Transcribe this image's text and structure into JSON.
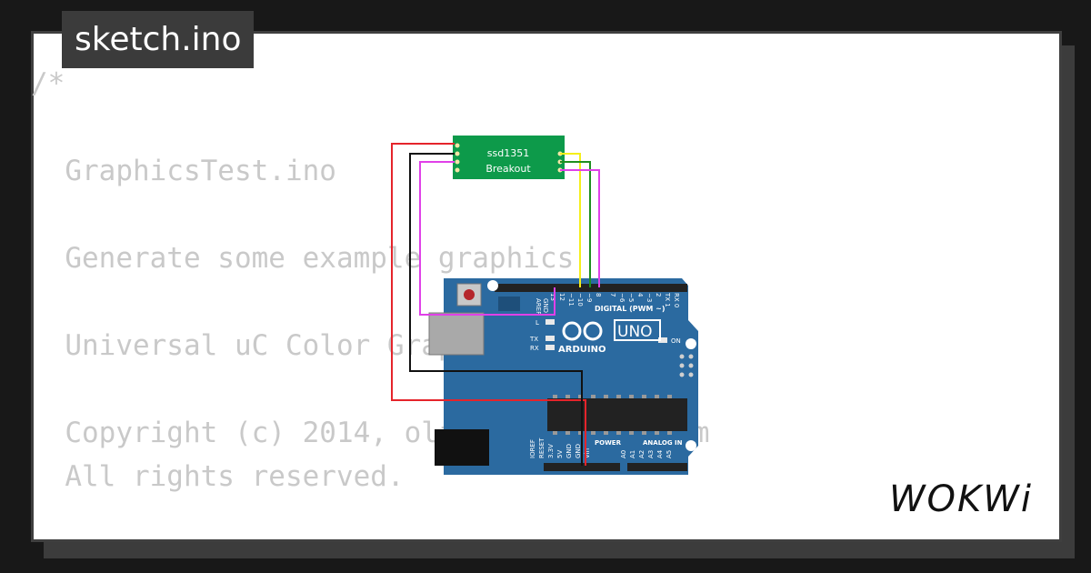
{
  "window": {
    "filename": "sketch.ino"
  },
  "code": {
    "lines": [
      "/*",
      "",
      "  GraphicsTest.ino",
      "",
      "  Generate some example graphics",
      "",
      "  Universal uC Color Graphics Library",
      "",
      "  Copyright (c) 2014, olikraus@gmail.com",
      "  All rights reserved."
    ]
  },
  "diagram": {
    "oled_label_line1": "ssd1351",
    "oled_label_line2": "Breakout",
    "board_name": "UNO",
    "board_brand": "ARDUINO",
    "digital_label": "DIGITAL (PWM ~)",
    "power_label": "POWER",
    "analog_label": "ANALOG IN",
    "aref": "AREF",
    "gnd": "GND",
    "led_l": "L",
    "led_tx": "TX",
    "led_rx": "RX",
    "led_on": "ON",
    "digital_pins": [
      "13",
      "12",
      "~11",
      "~10",
      "~9",
      "8",
      "7",
      "~6",
      "~5",
      "4",
      "~3",
      "2",
      "TX 1",
      "RX 0"
    ],
    "power_pins": [
      "IOREF",
      "RESET",
      "3.3V",
      "5V",
      "GND",
      "GND",
      "Vin"
    ],
    "analog_pins": [
      "A0",
      "A1",
      "A2",
      "A3",
      "A4",
      "A5"
    ],
    "wire_colors": {
      "red": "#e5242b",
      "black": "#111111",
      "magenta": "#e040e8",
      "yellow": "#f5ef1a",
      "green": "#1f8f1f",
      "board_blue": "#2b6aa0",
      "oled_green": "#0d9a4a"
    }
  },
  "branding": {
    "logo_text": "WOKWi"
  }
}
